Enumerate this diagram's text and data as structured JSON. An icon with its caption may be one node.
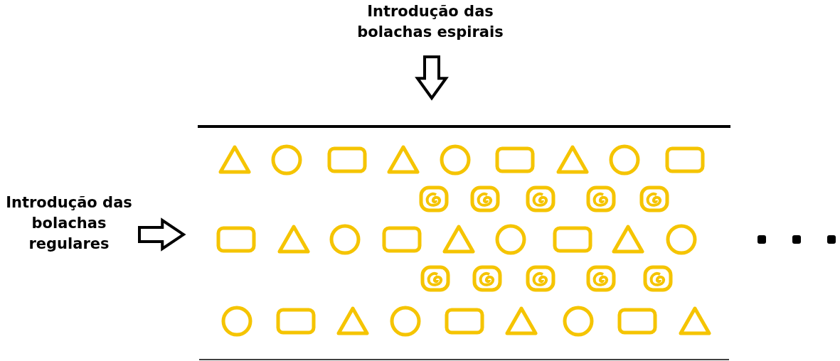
{
  "diagram": {
    "nodes": [
      {
        "text": [
          "Introdução das bolachas espirais"
        ]
      },
      {
        "text": [
          "Introdução das bolachas regulares"
        ]
      }
    ],
    "edges": [
      {
        "from": 0,
        "to": null,
        "arrow": "to"
      },
      {
        "from": 1,
        "to": null,
        "arrow": "to"
      }
    ]
  }
}
